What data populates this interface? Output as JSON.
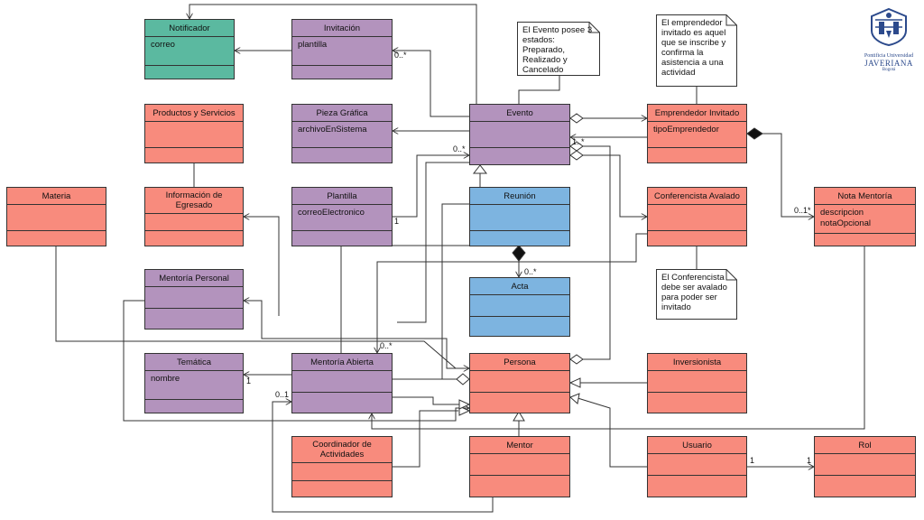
{
  "colors": {
    "teal": "#5bb9a0",
    "purple": "#b393bd",
    "salmon": "#f88b7d",
    "blue": "#7db4e0",
    "line": "#333333",
    "logo": "#2c4a8c"
  },
  "classes": {
    "notificador": {
      "name": "Notificador",
      "attrs": [
        "correo"
      ]
    },
    "invitacion": {
      "name": "Invitación",
      "attrs": [
        "plantilla"
      ]
    },
    "productos": {
      "name": "Productos y Servicios",
      "attrs": []
    },
    "pieza": {
      "name": "Pieza Gráfica",
      "attrs": [
        "archivoEnSistema"
      ]
    },
    "evento": {
      "name": "Evento",
      "attrs": []
    },
    "emprendedor": {
      "name": "Emprendedor Invitado",
      "attrs": [
        "tipoEmprendedor"
      ]
    },
    "materia": {
      "name": "Materia",
      "attrs": []
    },
    "informacion": {
      "name": "Información de Egresado",
      "attrs": []
    },
    "plantilla": {
      "name": "Plantilla",
      "attrs": [
        "correoElectronico"
      ]
    },
    "reunion": {
      "name": "Reunión",
      "attrs": []
    },
    "conferencista": {
      "name": "Conferencista Avalado",
      "attrs": []
    },
    "nota_mentoria": {
      "name": "Nota Mentoría",
      "attrs": [
        "descripcion",
        "notaOpcional"
      ]
    },
    "mentoria_personal": {
      "name": "Mentoría Personal",
      "attrs": []
    },
    "acta": {
      "name": "Acta",
      "attrs": []
    },
    "tematica": {
      "name": "Temática",
      "attrs": [
        "nombre"
      ]
    },
    "mentoria_abierta": {
      "name": "Mentoría Abierta",
      "attrs": []
    },
    "persona": {
      "name": "Persona",
      "attrs": []
    },
    "inversionista": {
      "name": "Inversionista",
      "attrs": []
    },
    "coordinador": {
      "name": "Coordinador de Actividades",
      "attrs": []
    },
    "mentor": {
      "name": "Mentor",
      "attrs": []
    },
    "usuario": {
      "name": "Usuario",
      "attrs": []
    },
    "rol": {
      "name": "Rol",
      "attrs": []
    }
  },
  "notes": {
    "evento_estados": "El Evento posee 3 estados: Preparado, Realizado y Cancelado",
    "emprendedor_invitado": "El emprendedor invitado es aquel que se inscribe y confirma la asistencia a una actividad",
    "conferencista_aval": "El Conferencista debe ser avalado para poder ser invitado"
  },
  "multiplicities": {
    "invitacion_evento": "0..*",
    "evento_emprendedor": "1..*",
    "plantilla_evento": "1",
    "plantilla_evento_b": "0..*",
    "nota_mentoria": "0..1*",
    "acta": "0..*",
    "mentoria_abierta": "0..*",
    "tematica": "1",
    "mentoria_abierta_b": "0..1",
    "usuario_rol_a": "1",
    "usuario_rol_b": "1"
  },
  "logo": {
    "line1": "Pontificia Universidad",
    "line2": "JAVERIANA",
    "line3": "Bogotá"
  }
}
